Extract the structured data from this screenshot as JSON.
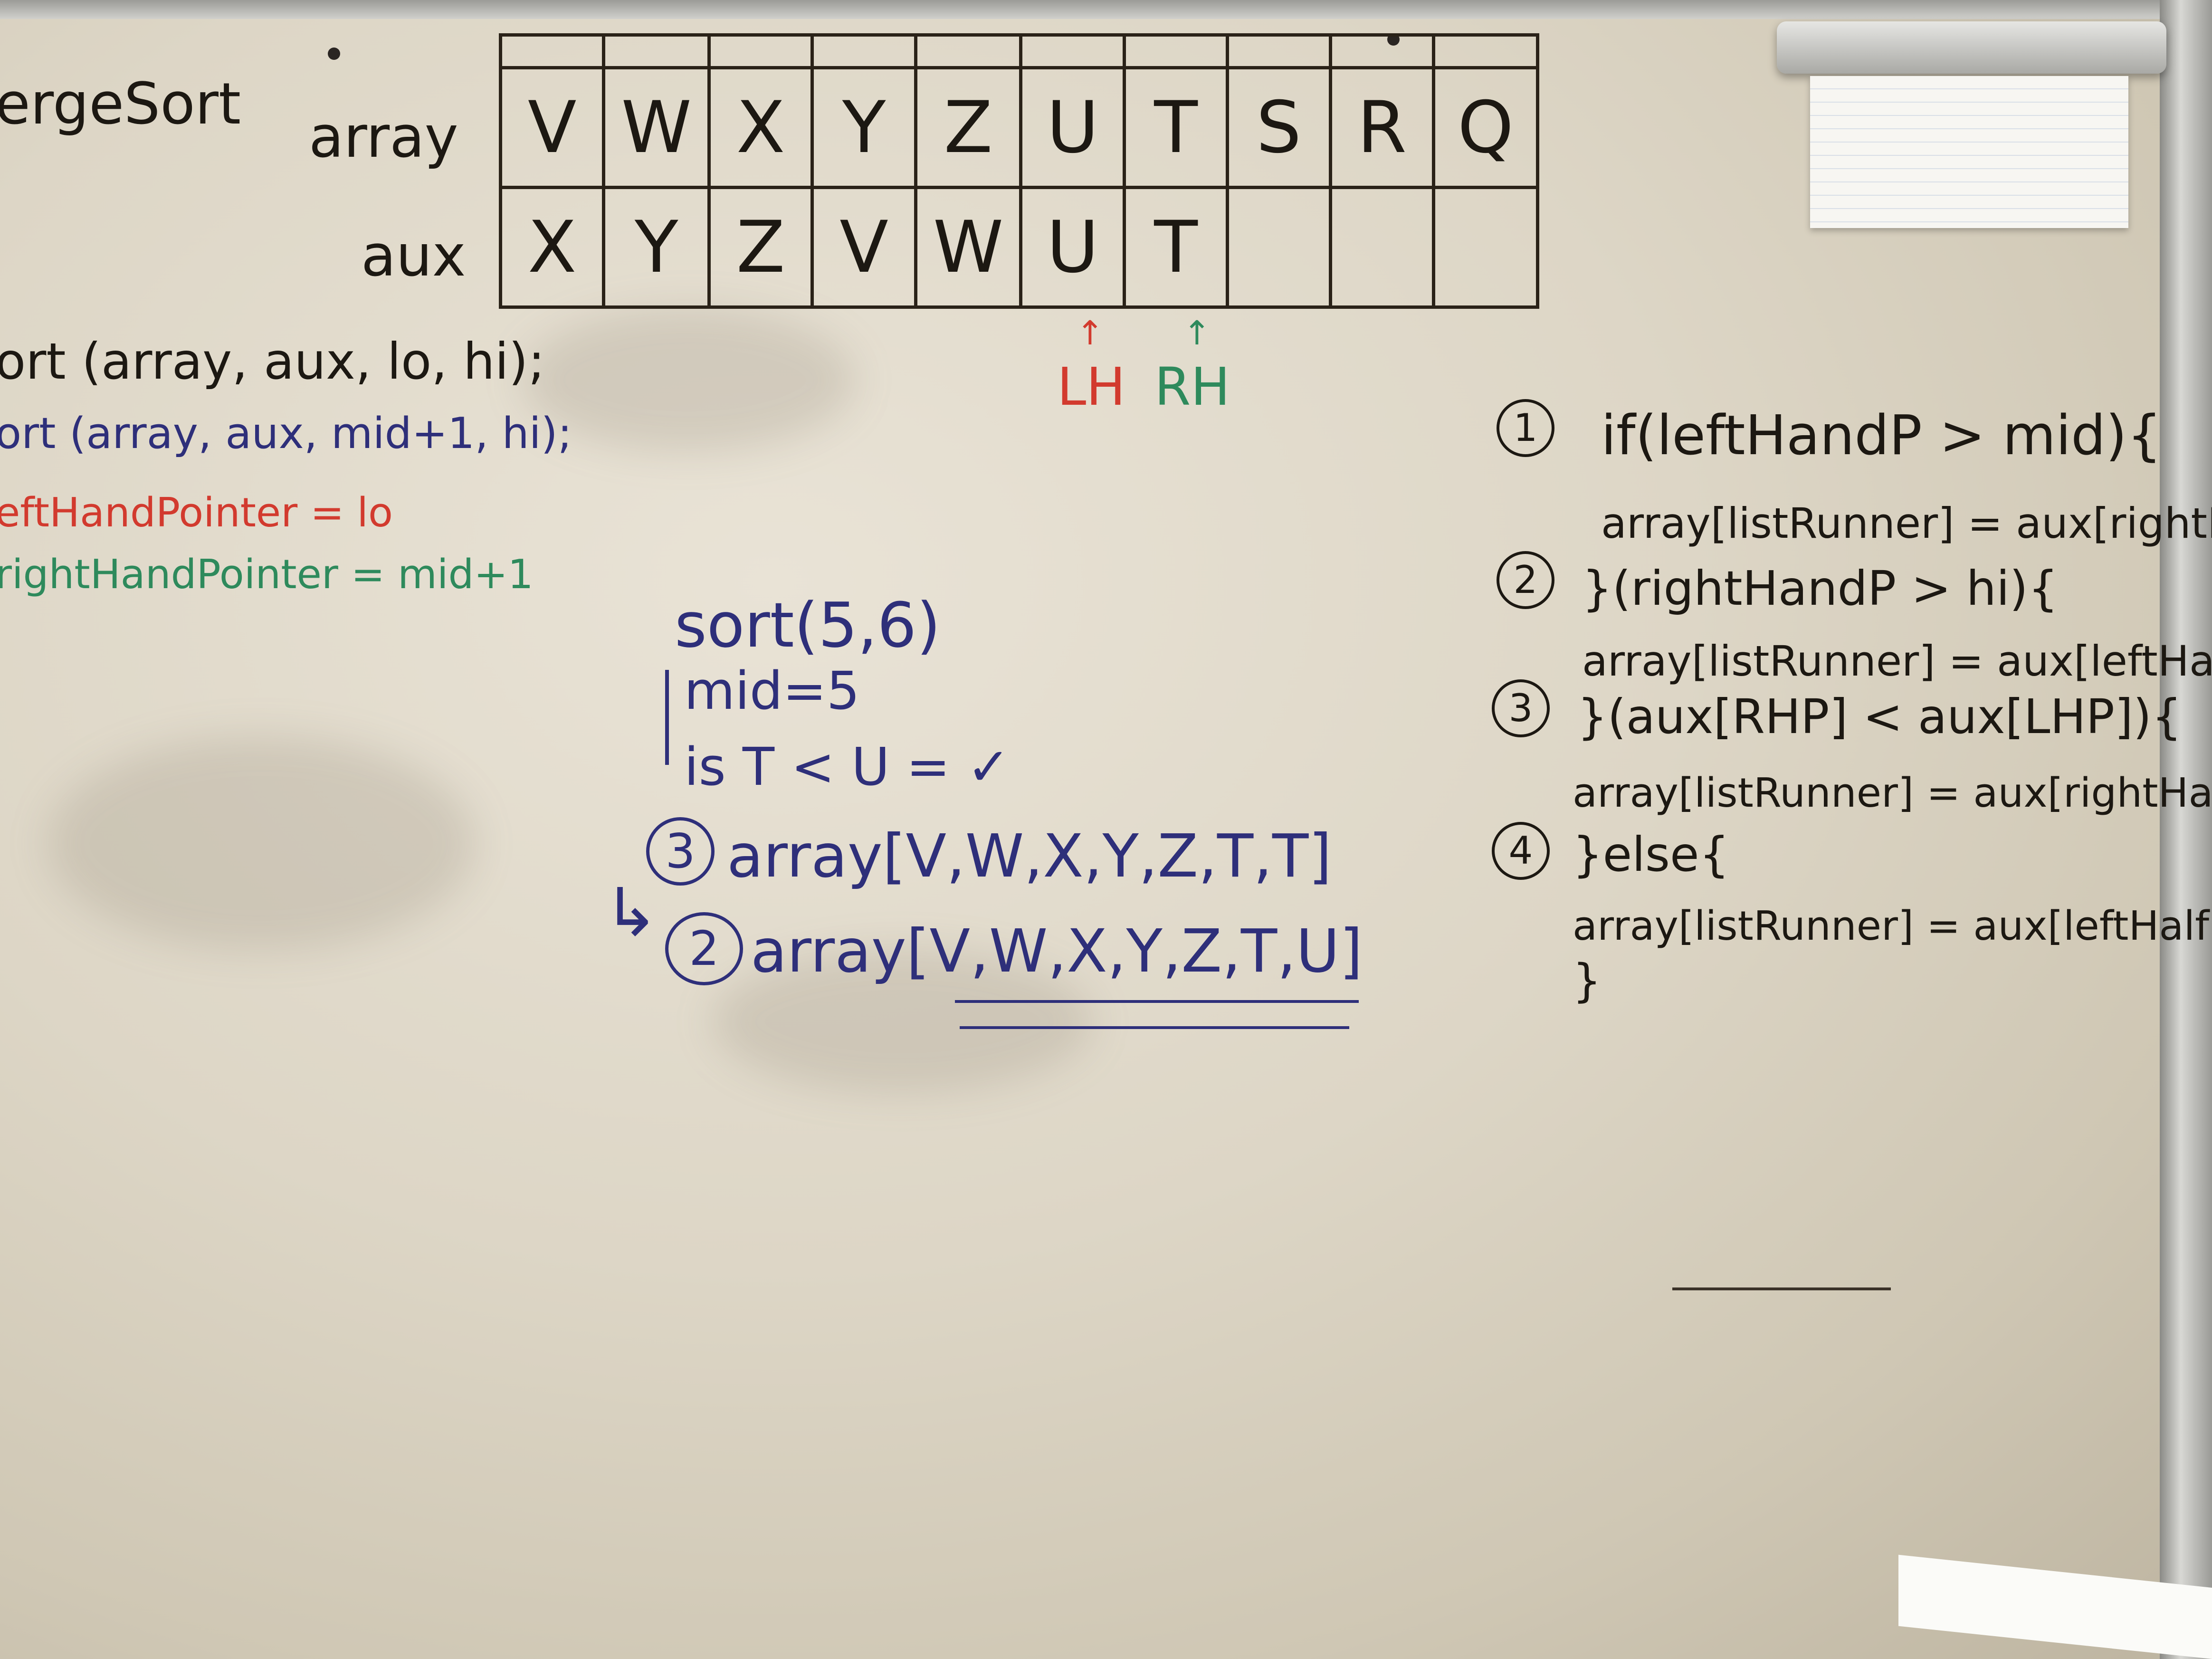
{
  "board": {
    "title_fragment": "ergeSort",
    "row_labels": {
      "array": "array",
      "aux": "aux"
    },
    "array_row": [
      "V",
      "W",
      "X",
      "Y",
      "Z",
      "U",
      "T",
      "S",
      "R",
      "Q"
    ],
    "aux_row": [
      "X",
      "Y",
      "Z",
      "V",
      "W",
      "U",
      "T",
      "",
      "",
      ""
    ],
    "pointer_left": "LH",
    "pointer_right": "RH",
    "left_code": [
      "ort (array, aux, lo, hi);",
      "ort (array, aux, mid+1, hi);",
      "eftHandPointer = lo",
      "rightHandPointer = mid+1"
    ],
    "trace": {
      "call": "sort(5,6)",
      "mid": "mid=5",
      "check": "is T < U = ✓",
      "step3_num": "3",
      "step3": "array[V,W,X,Y,Z,T,T]",
      "step2_num": "2",
      "step2": "array[V,W,X,Y,Z,T,U]"
    },
    "rules": {
      "r1_num": "1",
      "r1": "if(leftHandP > mid){",
      "r1_body": "array[listRunner] = aux[rightHalfP++]",
      "r2_num": "2",
      "r2": "}(rightHandP > hi){",
      "r2_body": "array[listRunner] = aux[leftHalfP++]",
      "r3_num": "3",
      "r3": "}(aux[RHP] < aux[LHP]){",
      "r3_body": "array[listRunner] = aux[rightHalfP++]",
      "r4_num": "4",
      "r4": "}else{",
      "r4_body": "array[listRunner] = aux[leftHalfP++]",
      "r_end": "}"
    }
  },
  "colors": {
    "black_ink": "#1c1812",
    "blue_ink": "#2e2f7a",
    "red_ink": "#d23a2e",
    "green_ink": "#2e8a5c"
  }
}
